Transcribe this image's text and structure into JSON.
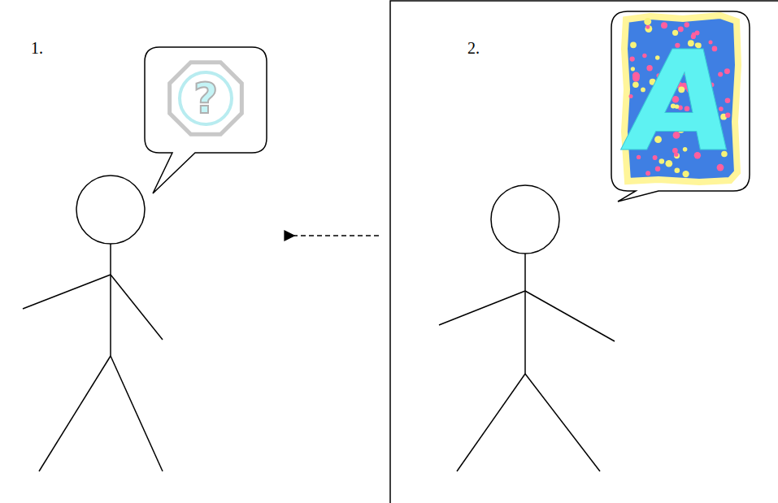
{
  "diagram": {
    "nodes": [
      {
        "text": [
          "?"
        ]
      },
      {
        "text": [
          "A"
        ]
      }
    ],
    "labels": [
      "1.",
      "2."
    ]
  }
}
